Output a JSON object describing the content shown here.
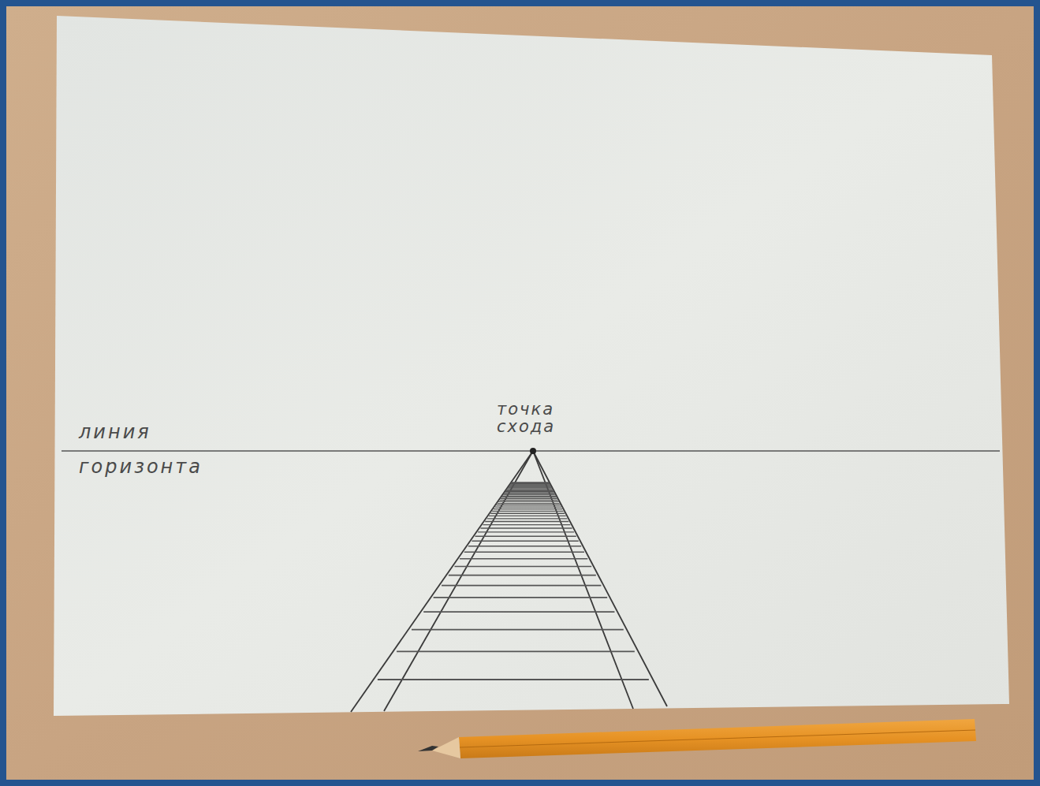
{
  "diagram": {
    "labels": [
      "линия",
      "горизонта",
      "точка схода"
    ]
  }
}
